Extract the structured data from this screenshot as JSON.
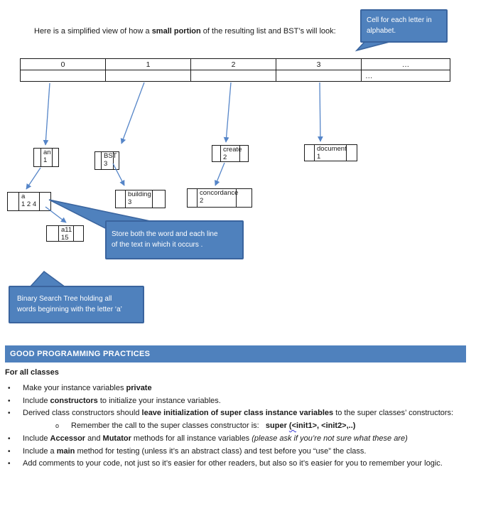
{
  "intro": [
    {
      "t": "Here is a simplified view of how a "
    },
    {
      "t": "small portion",
      "b": true
    },
    {
      "t": " of the resulting list and BST’s will look:"
    }
  ],
  "table": {
    "headers": [
      "0",
      "1",
      "2",
      "3",
      "…"
    ],
    "row2": [
      "",
      "",
      "",
      "",
      "…"
    ]
  },
  "nodes": [
    {
      "word": "an",
      "lines": "1"
    },
    {
      "word": "BST",
      "lines": "3"
    },
    {
      "word": "create",
      "lines": "2"
    },
    {
      "word": "document",
      "lines": "1"
    },
    {
      "word": "a",
      "lines": "1 2 4"
    },
    {
      "word": "building",
      "lines": "3"
    },
    {
      "word": "concordance",
      "lines": "2"
    },
    {
      "word": "a11",
      "lines": "15"
    }
  ],
  "callouts": {
    "cell": "Cell for each letter in alphabet.",
    "store": "Store both the word and each line of the text in which it occurs .",
    "binary": "Binary Search Tree holding all words beginning with the letter ‘a’"
  },
  "practices": {
    "header": "GOOD PROGRAMMING PRACTICES",
    "subheader": "For all classes",
    "bullet_glyph": "•",
    "sub_glyph": "o",
    "bullets": [
      {
        "level": 1,
        "segments": [
          {
            "t": "Make your instance variables "
          },
          {
            "t": "private",
            "b": true
          }
        ]
      },
      {
        "level": 1,
        "segments": [
          {
            "t": "Include "
          },
          {
            "t": "constructors",
            "b": true
          },
          {
            "t": " to initialize your instance variables."
          }
        ]
      },
      {
        "level": 1,
        "segments": [
          {
            "t": "Derived class constructors should "
          },
          {
            "t": "leave initialization of super class instance variables",
            "b": true
          },
          {
            "t": " to the super classes’ constructors:"
          }
        ]
      },
      {
        "level": 2,
        "segments": [
          {
            "t": "Remember the call to the super classes constructor is:   "
          },
          {
            "t": "super ",
            "b": true
          },
          {
            "t": "(<",
            "b": true,
            "sq": true
          },
          {
            "t": "init1>, <init2>,..)",
            "b": true
          }
        ]
      },
      {
        "level": 1,
        "segments": [
          {
            "t": "Include "
          },
          {
            "t": "Accessor",
            "b": true
          },
          {
            "t": " and "
          },
          {
            "t": "Mutator",
            "b": true
          },
          {
            "t": " methods for all instance variables "
          },
          {
            "t": "(please ask if you’re not sure what these are)",
            "i": true
          }
        ]
      },
      {
        "level": 1,
        "segments": [
          {
            "t": "Include a "
          },
          {
            "t": "main",
            "b": true
          },
          {
            "t": " method for testing (unless it’s an abstract class) and test before you “use” the class."
          }
        ]
      },
      {
        "level": 1,
        "segments": [
          {
            "t": "Add comments to your code, not just so it’s easier for other readers, but also so it’s easier for you to remember your logic."
          }
        ]
      }
    ]
  },
  "colors": {
    "accent": "#4f81bd",
    "accent_border": "#3a649e",
    "arrow": "#5585c8",
    "line": "#1a1a1a"
  }
}
